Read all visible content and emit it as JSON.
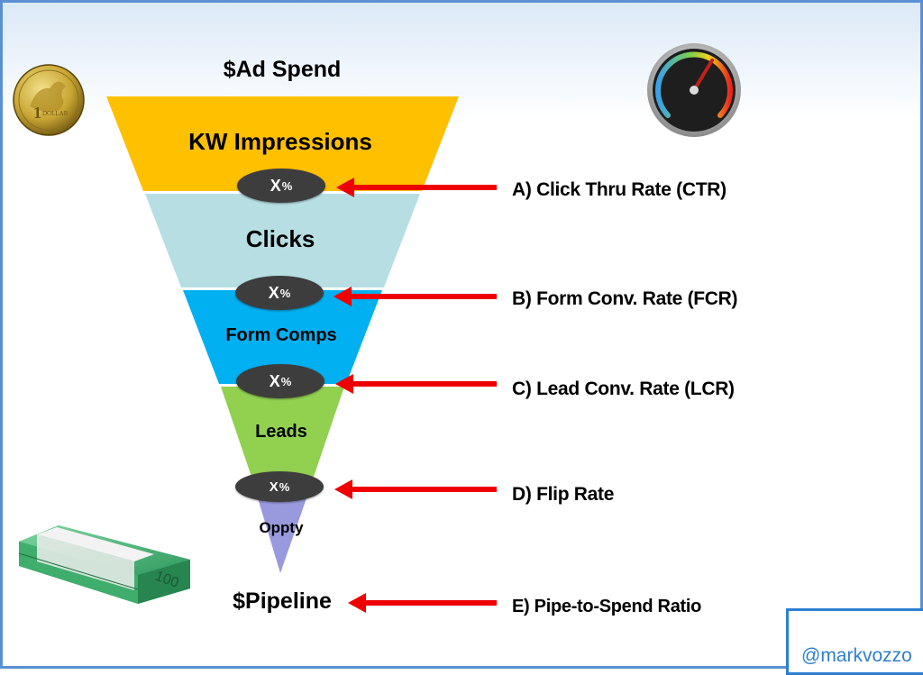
{
  "title": "$Ad Spend",
  "bottom_label": "$Pipeline",
  "handle": "@markvozzo",
  "funnel": {
    "stages": [
      {
        "label": "KW Impressions",
        "color": "#ffc000"
      },
      {
        "label": "Clicks",
        "color": "#b7dfe3"
      },
      {
        "label": "Form Comps",
        "color": "#00b0f0"
      },
      {
        "label": "Leads",
        "color": "#92d050"
      },
      {
        "label": "Oppty",
        "color": "#9999dd"
      }
    ],
    "badges": [
      {
        "value": "X",
        "unit": "%"
      },
      {
        "value": "X",
        "unit": "%"
      },
      {
        "value": "X",
        "unit": "%"
      },
      {
        "value": "X",
        "unit": "%"
      }
    ]
  },
  "rates": [
    {
      "label": "A) Click Thru Rate (CTR)"
    },
    {
      "label": "B) Form Conv. Rate (FCR)"
    },
    {
      "label": "C) Lead Conv. Rate (LCR)"
    },
    {
      "label": "D) Flip Rate"
    },
    {
      "label": "E) Pipe-to-Spend Ratio"
    }
  ],
  "colors": {
    "arrow": "#ee0000",
    "badge": "#3d3d3d",
    "border": "#5b8fd4",
    "handle": "#2e7fd0"
  },
  "icons": {
    "coin": "australian-dollar-coin-icon",
    "gauge": "speedometer-icon",
    "cash": "banknote-stack-icon"
  }
}
